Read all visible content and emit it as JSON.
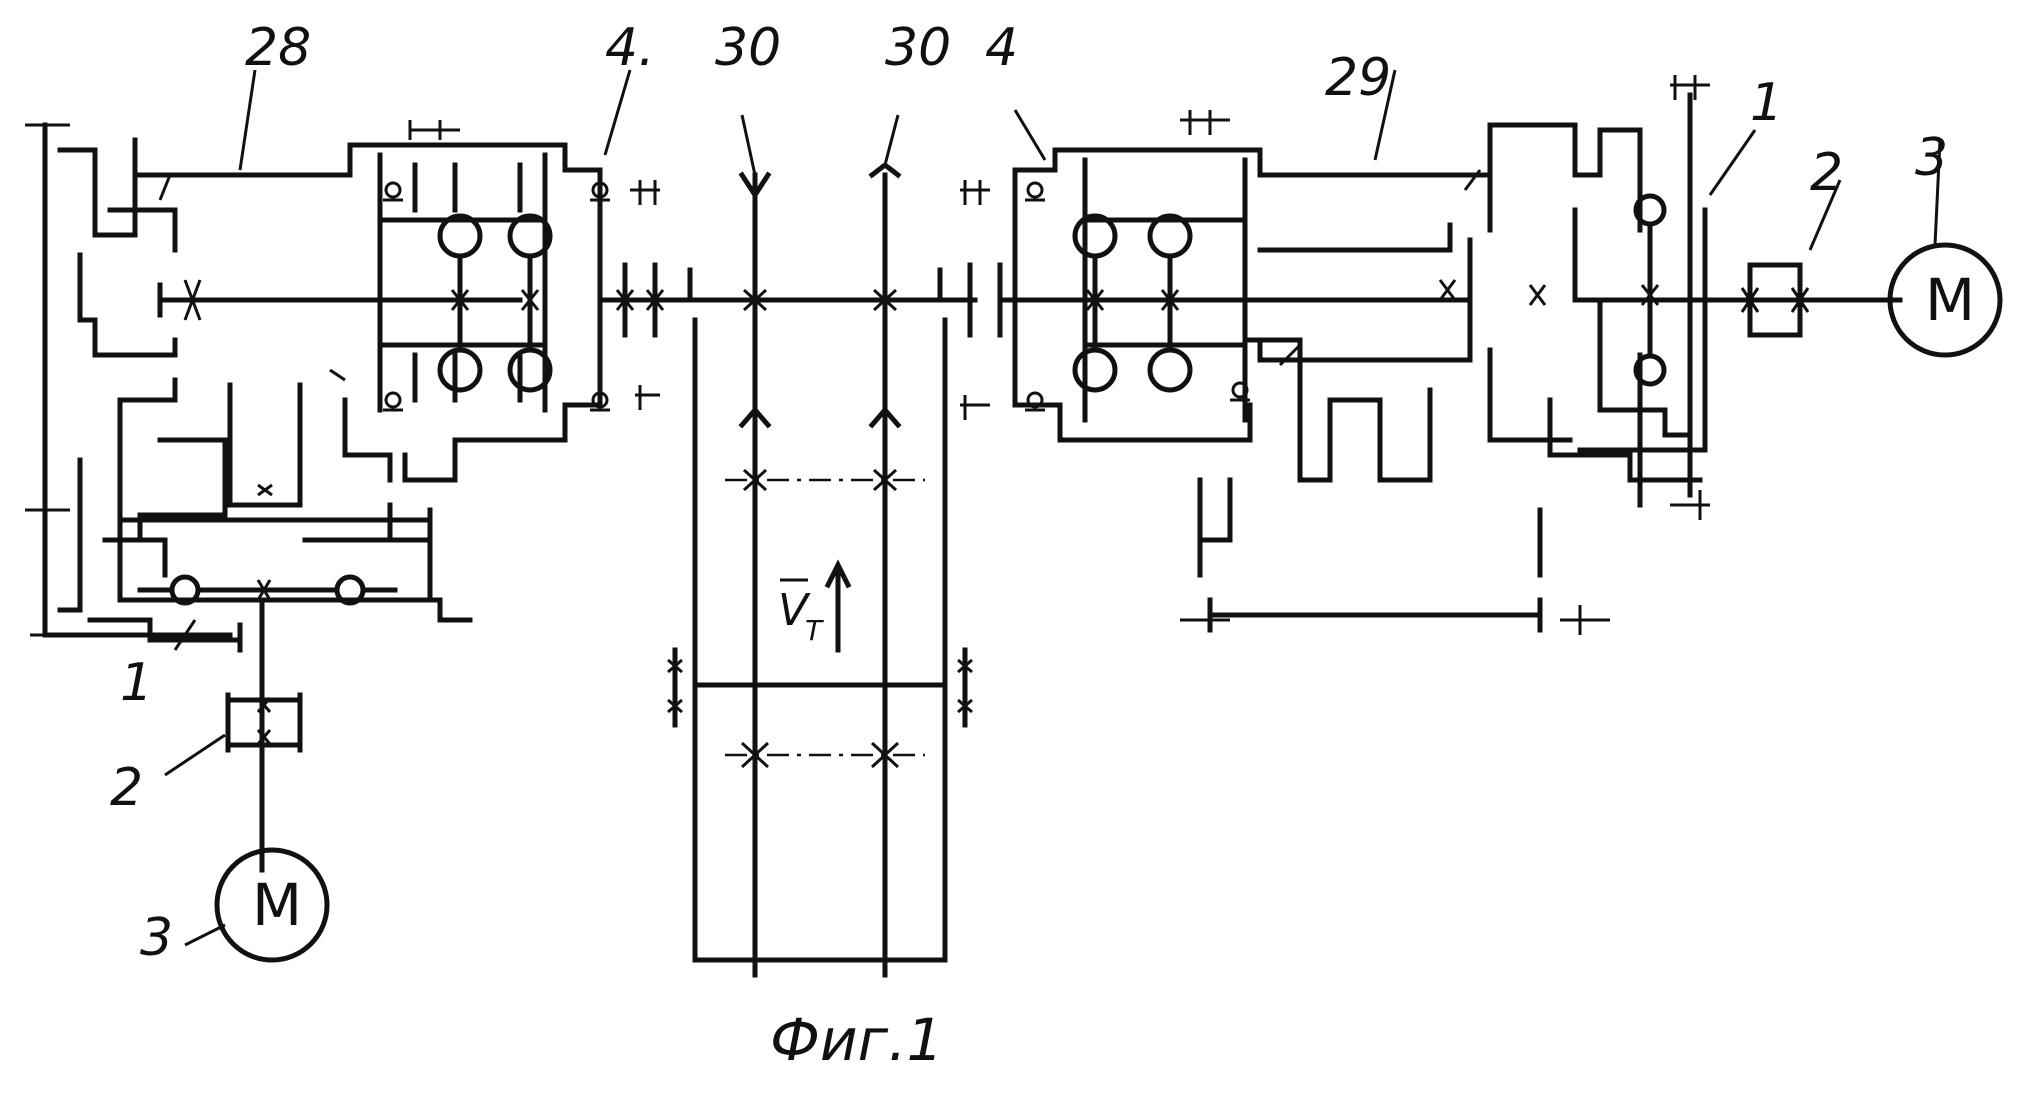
{
  "labels": {
    "l28": "28",
    "l4a": "4.",
    "l30a": "30",
    "l30b": "30",
    "l4b": "4",
    "l29": "29",
    "l1a": "1",
    "l2a": "2",
    "l3a": "3",
    "l1b": "1",
    "l2b": "2",
    "l3b": "3",
    "vt": "V",
    "vt_sub": "T"
  },
  "motor_symbol": "M",
  "caption": "Фиг.1",
  "icons": [
    "gear-mesh-icon",
    "bearing-icon",
    "coupling-icon",
    "motor-icon",
    "arrow-icon"
  ]
}
